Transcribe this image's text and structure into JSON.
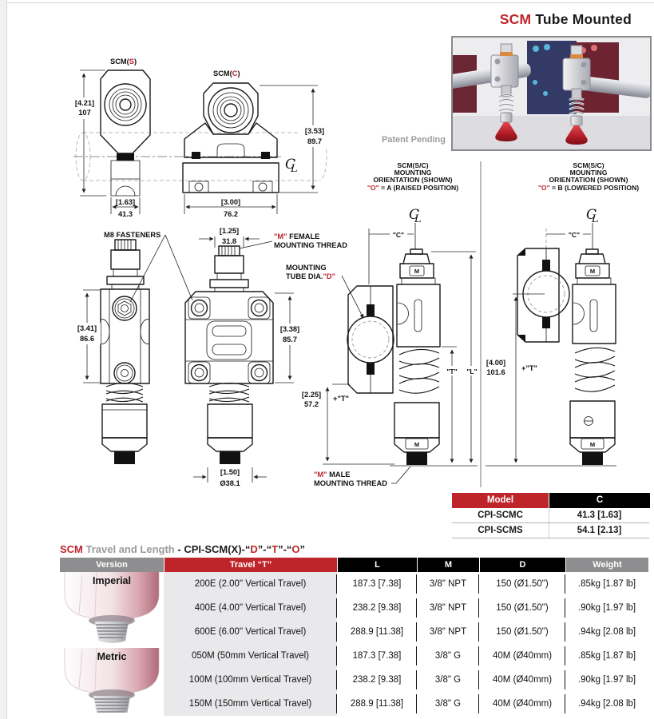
{
  "page": {
    "title": {
      "brand": "SCM",
      "rest": " Tube Mounted"
    },
    "patent_pending": "Patent Pending"
  },
  "drawings": {
    "cl": {
      "c": "C",
      "l": "L"
    },
    "labels": {
      "scm_s": {
        "pre": "SCM(",
        "hl": "S",
        "post": ")"
      },
      "scm_c": {
        "pre": "SCM(",
        "hl": "C",
        "post": ")"
      },
      "m8": "M8 FASTENERS",
      "female": {
        "q": "\"M\"",
        "rest": " FEMALE",
        "line2": "MOUNTING THREAD"
      },
      "tube": {
        "line1": "MOUNTING",
        "pre": "TUBE DIA.",
        "q": "\"D\""
      },
      "male": {
        "q": "\"M\"",
        "rest": " MALE",
        "line2": "MOUNTING THREAD"
      }
    },
    "orientA": {
      "l1": "SCM(S/C)",
      "l2": "MOUNTING",
      "l3": "ORIENTATION (SHOWN)",
      "oq": "\"O\"",
      "eq": " = ",
      "val": "A",
      "rest": " (RAISED POSITION)"
    },
    "orientB": {
      "l1": "SCM(S/C)",
      "l2": "MOUNTING",
      "l3": "ORIENTATION (SHOWN)",
      "oq": "\"O\"",
      "eq": " = ",
      "val": "B",
      "rest": " (LOWERED POSITION)"
    },
    "dims": {
      "d421": "[4.21]",
      "d421mm": "107",
      "d353": "[3.53]",
      "d353mm": "89.7",
      "d163": "[1.63]",
      "d163mm": "41.3",
      "d300": "[3.00]",
      "d300mm": "76.2",
      "d125": "[1.25]",
      "d125mm": "31.8",
      "d341": "[3.41]",
      "d341mm": "86.6",
      "d338": "[3.38]",
      "d338mm": "85.7",
      "d150": "[1.50]",
      "d150mm": "Ø38.1",
      "d225": "[2.25]",
      "d225mm": "57.2",
      "d400": "[4.00]",
      "d400mm": "101.6",
      "plusT": "+\"T\"",
      "t": "\"T\"",
      "l": "\"L\"",
      "c": "\"C\""
    }
  },
  "model_table": {
    "headers": {
      "model": "Model",
      "c": "C"
    },
    "rows": [
      {
        "model": "CPI-SCM",
        "suffix": "C",
        "value": "41.3 [1.63]"
      },
      {
        "model": "CPI-SCM",
        "suffix": "S",
        "value": "54.1 [2.13]"
      }
    ]
  },
  "spec_table": {
    "title": {
      "brand": "SCM",
      "gray": " Travel and Length ",
      "dash": "- ",
      "model": "CPI-SCM(X)",
      "s1": "-“",
      "d": "D",
      "s2": "”-“",
      "t": "T",
      "s3": "”-“",
      "o": "O",
      "s4": "”"
    },
    "headers": {
      "version": "Version",
      "travel": "Travel “T”",
      "l": "L",
      "m": "M",
      "d": "D",
      "weight": "Weight"
    },
    "versions": [
      {
        "label": "Imperial"
      },
      {
        "label": "Metric"
      }
    ],
    "rows": [
      {
        "travel": "200E (2.00\" Vertical Travel)",
        "l": "187.3 [7.38]",
        "m": "3/8\" NPT",
        "d": "150 (Ø1.50\")",
        "weight": ".85kg [1.87 lb]"
      },
      {
        "travel": "400E (4.00\" Vertical Travel)",
        "l": "238.2 [9.38]",
        "m": "3/8\" NPT",
        "d": "150 (Ø1.50\")",
        "weight": ".90kg [1.97 lb]"
      },
      {
        "travel": "600E (6.00\" Vertical Travel)",
        "l": "288.9 [11.38]",
        "m": "3/8\" NPT",
        "d": "150 (Ø1.50\")",
        "weight": ".94kg [2.08 lb]"
      },
      {
        "travel": "050M (50mm Vertical Travel)",
        "l": "187.3 [7.38]",
        "m": "3/8\" G",
        "d": "40M (Ø40mm)",
        "weight": ".85kg [1.87 lb]"
      },
      {
        "travel": "100M (100mm Vertical Travel)",
        "l": "238.2 [9.38]",
        "m": "3/8\" G",
        "d": "40M (Ø40mm)",
        "weight": ".90kg [1.97 lb]"
      },
      {
        "travel": "150M (150mm Vertical Travel)",
        "l": "288.9 [11.38]",
        "m": "3/8\" G",
        "d": "40M (Ø40mm)",
        "weight": ".94kg [2.08 lb]"
      }
    ]
  },
  "colors": {
    "accent_red": "#be252b",
    "header_gray": "#8e8e90",
    "header_black": "#000000",
    "row_gray": "#e9e9ec"
  }
}
